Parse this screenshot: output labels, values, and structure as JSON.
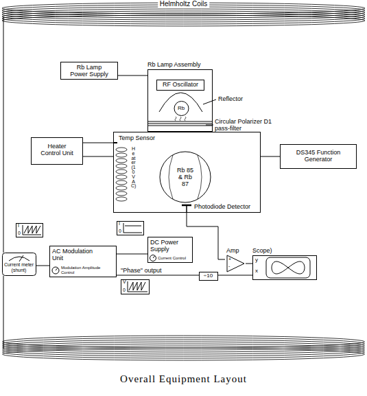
{
  "diagram": {
    "caption": "Overall Equipment Layout",
    "nodes": [
      {
        "text": [
          "Helmholtz Coils"
        ]
      },
      {
        "text": [
          "Rb Lamp Power Supply"
        ]
      },
      {
        "text": [
          "Rb Lamp Assembly"
        ]
      },
      {
        "text": [
          "RF Oscillator"
        ],
        "in": 2
      },
      {
        "text": [
          "Rb"
        ],
        "in": 2
      },
      {
        "text": [
          "Heater Control Unit"
        ]
      },
      {
        "text": [
          "Temp Sensor",
          "Heater (10 VAC)",
          "Photodiode Detector"
        ]
      },
      {
        "text": [
          "Rb 85 & Rb 87"
        ],
        "in": 6
      },
      {
        "text": [
          "DS345 Function Generator"
        ]
      },
      {
        "text": [
          "I",
          "0"
        ]
      },
      {
        "text": [
          "I",
          "0"
        ]
      },
      {
        "text": [
          "AC Modulation Unit",
          "Modulation Amplitude Control"
        ]
      },
      {
        "text": [
          "DC Power Supply",
          "Current Control"
        ]
      },
      {
        "text": [
          "Current meter (shunt)"
        ]
      },
      {
        "text": [
          "V",
          "0"
        ]
      },
      {
        "text": [
          "÷10"
        ]
      },
      {
        "text": [
          "Amp",
          "+",
          "-"
        ]
      },
      {
        "text": [
          "Scope)",
          "y",
          "x"
        ]
      }
    ],
    "edges": [
      {
        "from": 1,
        "to": 2,
        "arrow": "none"
      },
      {
        "from": 5,
        "to": 6,
        "arrow": "none"
      },
      {
        "from": 5,
        "to": 6,
        "arrow": "none"
      },
      {
        "from": 8,
        "to": 6,
        "arrow": "none"
      },
      {
        "from": 6,
        "to": 16,
        "arrow": "none"
      },
      {
        "from": 11,
        "to": 15,
        "arrow": "none"
      },
      {
        "from": 15,
        "to": 17,
        "arrow": "none"
      },
      {
        "from": 13,
        "to": 11,
        "arrow": "none"
      },
      {
        "from": 12,
        "to": 11,
        "arrow": "none"
      },
      {
        "from": 16,
        "to": 17,
        "arrow": "none"
      },
      {
        "from": 0,
        "to": 13,
        "arrow": "none"
      }
    ],
    "labels": [
      "Reflector",
      "Circular Polarizer D1 pass-filter",
      "\"Phase\" output"
    ]
  }
}
